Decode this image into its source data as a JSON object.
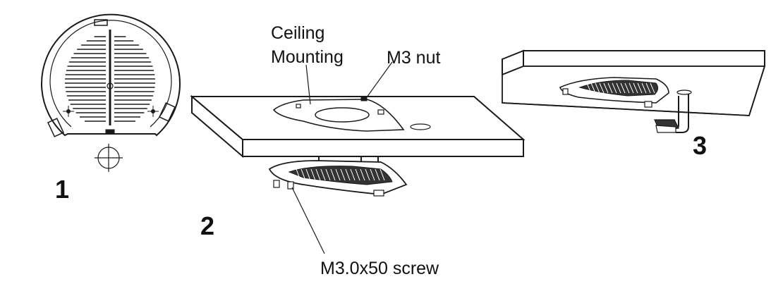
{
  "labels": {
    "ceiling_line1": "Ceiling",
    "ceiling_line2": "Mounting",
    "m3_nut": "M3 nut",
    "screw": "M3.0x50 screw"
  },
  "steps": {
    "step1": "1",
    "step2": "2",
    "step3": "3"
  },
  "colors": {
    "stroke": "#1a1a1a",
    "fill": "#ffffff",
    "dark": "#222222"
  }
}
